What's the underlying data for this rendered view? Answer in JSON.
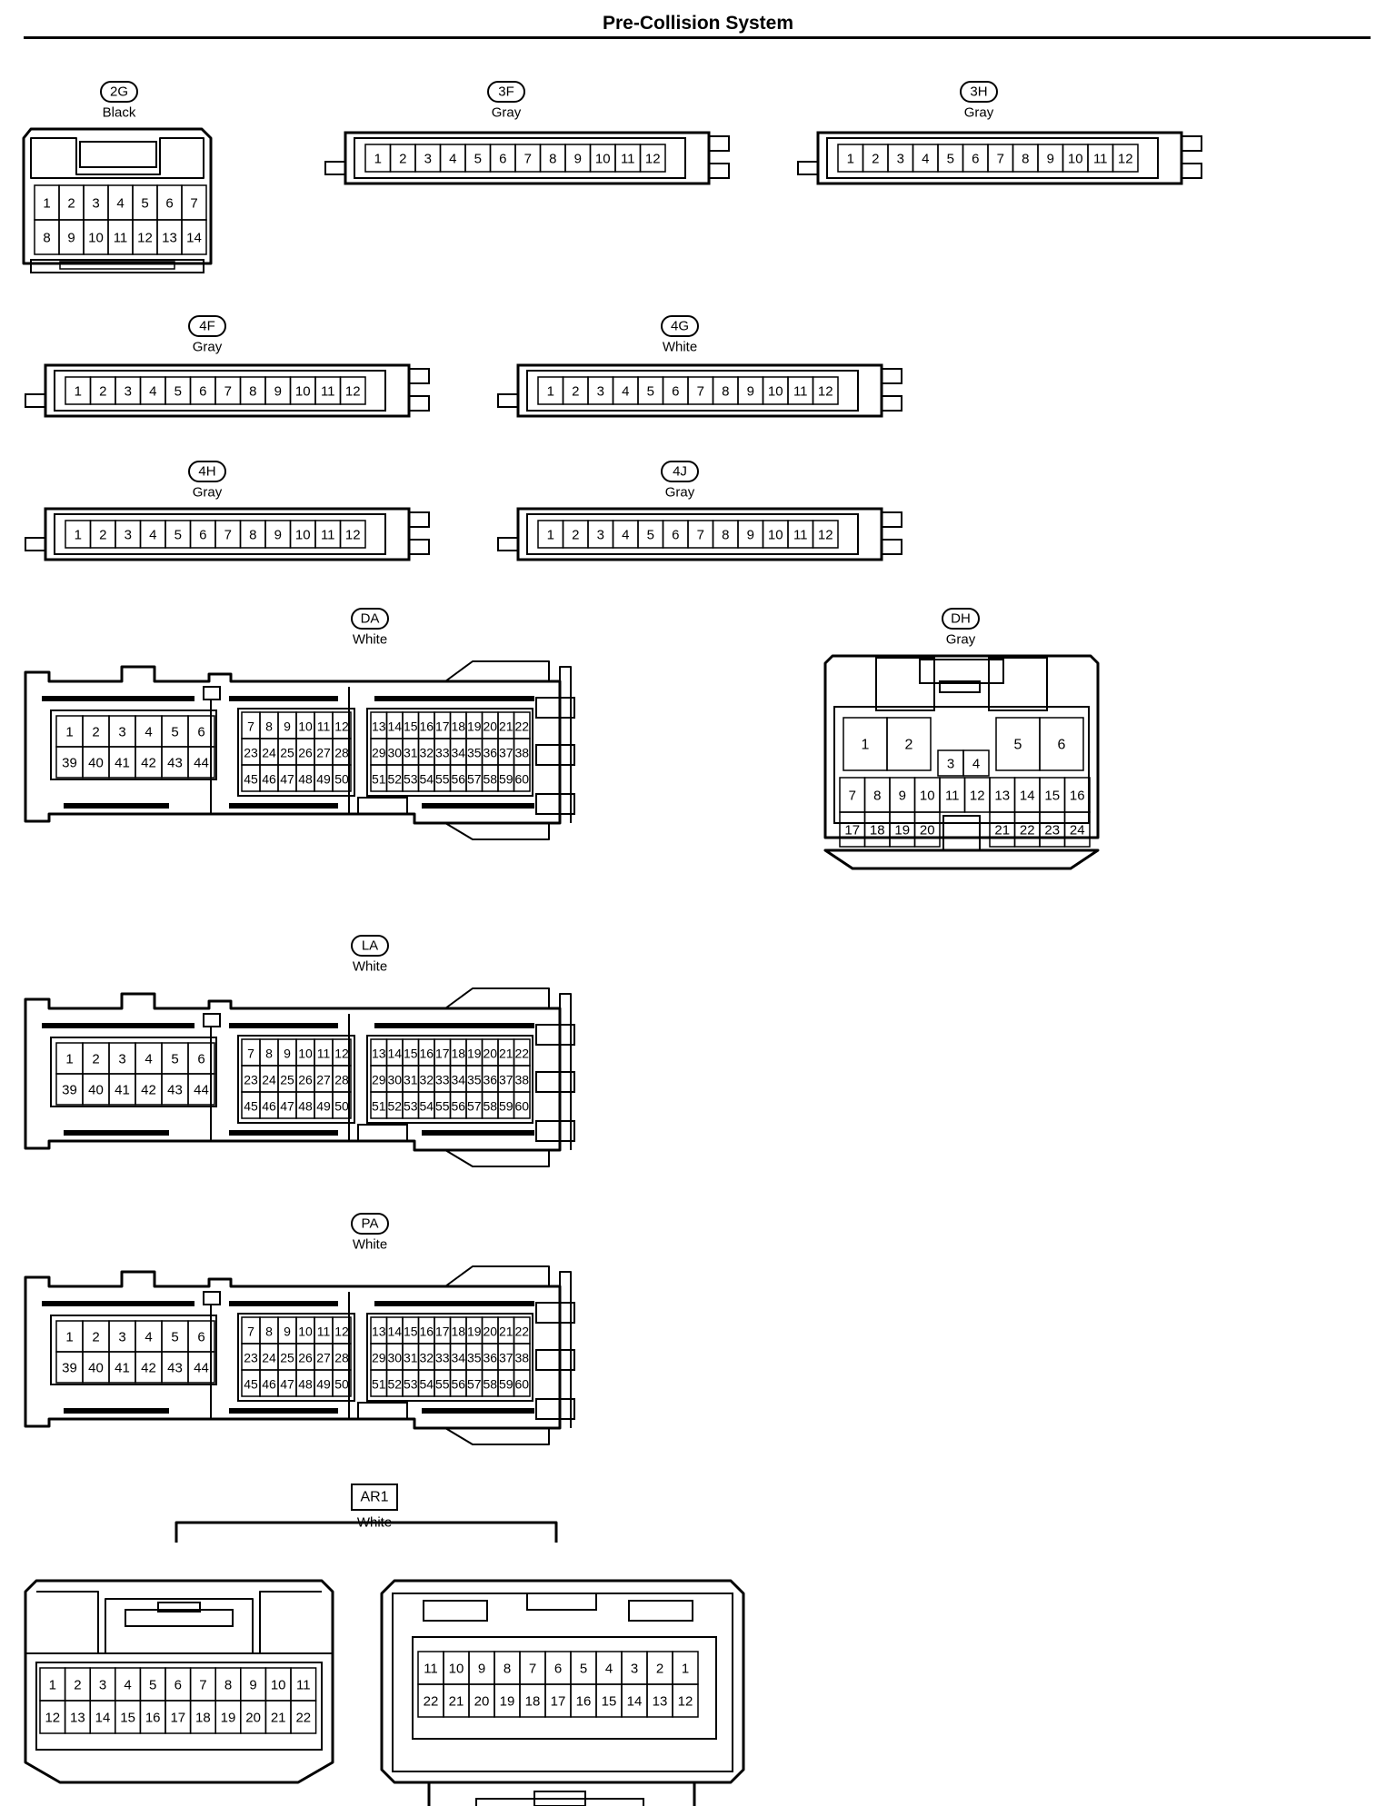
{
  "title": "Pre-Collision System",
  "connectors": [
    {
      "id": "2G",
      "color": "Black",
      "type": "2G"
    },
    {
      "id": "3F",
      "color": "Gray",
      "type": "strip12"
    },
    {
      "id": "3H",
      "color": "Gray",
      "type": "strip12"
    },
    {
      "id": "4F",
      "color": "Gray",
      "type": "strip12"
    },
    {
      "id": "4G",
      "color": "White",
      "type": "strip12"
    },
    {
      "id": "4H",
      "color": "Gray",
      "type": "strip12"
    },
    {
      "id": "4J",
      "color": "Gray",
      "type": "strip12"
    },
    {
      "id": "DA",
      "color": "White",
      "type": "big60"
    },
    {
      "id": "DH",
      "color": "Gray",
      "type": "DH"
    },
    {
      "id": "LA",
      "color": "White",
      "type": "big60"
    },
    {
      "id": "PA",
      "color": "White",
      "type": "big60"
    },
    {
      "id": "AR1",
      "color": "White",
      "type": "AR1"
    }
  ],
  "pins": {
    "strip12": [
      "1",
      "2",
      "3",
      "4",
      "5",
      "6",
      "7",
      "8",
      "9",
      "10",
      "11",
      "12"
    ],
    "c2g_rows": [
      [
        "1",
        "2",
        "3",
        "4",
        "5",
        "6",
        "7"
      ],
      [
        "8",
        "9",
        "10",
        "11",
        "12",
        "13",
        "14"
      ]
    ],
    "big_left_rows": [
      [
        "1",
        "2",
        "3",
        "4",
        "5",
        "6"
      ],
      [
        "39",
        "40",
        "41",
        "42",
        "43",
        "44"
      ]
    ],
    "big_mid_rows": [
      [
        "7",
        "8",
        "9",
        "10",
        "11",
        "12"
      ],
      [
        "23",
        "24",
        "25",
        "26",
        "27",
        "28"
      ],
      [
        "45",
        "46",
        "47",
        "48",
        "49",
        "50"
      ]
    ],
    "big_right_rows": [
      [
        "13",
        "14",
        "15",
        "16",
        "17",
        "18",
        "19",
        "20",
        "21",
        "22"
      ],
      [
        "29",
        "30",
        "31",
        "32",
        "33",
        "34",
        "35",
        "36",
        "37",
        "38"
      ],
      [
        "51",
        "52",
        "53",
        "54",
        "55",
        "56",
        "57",
        "58",
        "59",
        "60"
      ]
    ],
    "dh_big": [
      "1",
      "2",
      "5",
      "6"
    ],
    "dh_small": [
      "3",
      "4"
    ],
    "dh_row1": [
      "7",
      "8",
      "9",
      "10",
      "11",
      "12",
      "13",
      "14",
      "15",
      "16"
    ],
    "dh_row2_left": [
      "17",
      "18",
      "19",
      "20"
    ],
    "dh_row2_right": [
      "21",
      "22",
      "23",
      "24"
    ],
    "ar1_left_rows": [
      [
        "1",
        "2",
        "3",
        "4",
        "5",
        "6",
        "7",
        "8",
        "9",
        "10",
        "11"
      ],
      [
        "12",
        "13",
        "14",
        "15",
        "16",
        "17",
        "18",
        "19",
        "20",
        "21",
        "22"
      ]
    ],
    "ar1_right_rows": [
      [
        "11",
        "10",
        "9",
        "8",
        "7",
        "6",
        "5",
        "4",
        "3",
        "2",
        "1"
      ],
      [
        "22",
        "21",
        "20",
        "19",
        "18",
        "17",
        "16",
        "15",
        "14",
        "13",
        "12"
      ]
    ]
  }
}
